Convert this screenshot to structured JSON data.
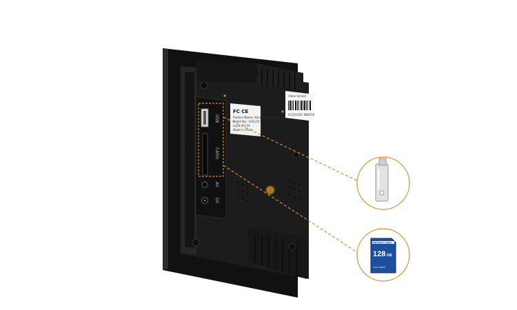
{
  "ports": {
    "usb_label": "USB",
    "card_label": "CARD",
    "av_label": "AV",
    "dc_label": "DC"
  },
  "product_label": {
    "cert_marks": "FC CE",
    "lines": [
      "Product Name: Advertising Player",
      "Model No.: 101LCD",
      "Input: 5V-2A",
      "Made in China"
    ]
  },
  "barcode_sticker": {
    "title": "Video Screen",
    "number": "GC2011B1 SN0254"
  },
  "callouts": {
    "usb_drive": "usb-flash-drive",
    "memory_card": {
      "title": "MEMORY CARD",
      "capacity": "128",
      "unit": "GB",
      "footer": "HIGH SPEED"
    }
  },
  "colors": {
    "callout_line": "#e08a2a",
    "body": "#1a1a1a",
    "card_blue": "#1d4fa0"
  }
}
